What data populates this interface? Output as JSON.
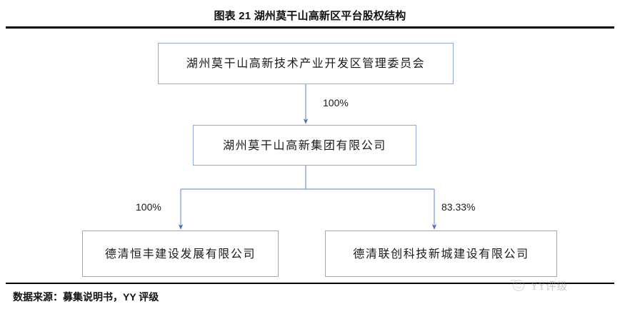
{
  "header": {
    "title": "图表 21 湖州莫干山高新区平台股权结构"
  },
  "diagram": {
    "type": "org-chart",
    "nodes": [
      {
        "id": "committee",
        "level": 0,
        "label": "湖州莫干山高新技术产业开发区管理委员会"
      },
      {
        "id": "group",
        "level": 1,
        "label": "湖州莫干山高新集团有限公司"
      },
      {
        "id": "hengfeng",
        "level": 2,
        "label": "德清恒丰建设发展有限公司"
      },
      {
        "id": "lianchuang",
        "level": 2,
        "label": "德清联创科技新城建设有限公司"
      }
    ],
    "edges": [
      {
        "from": "committee",
        "to": "group",
        "label": "100%"
      },
      {
        "from": "group",
        "to": "hengfeng",
        "label": "100%"
      },
      {
        "from": "group",
        "to": "lianchuang",
        "label": "83.33%"
      }
    ],
    "box_border_color": "#8faadc",
    "connector_color": "#8faadc"
  },
  "footer": {
    "source": "数据来源：募集说明书，YY 评级"
  },
  "watermark": {
    "text": "YY评级",
    "icon": "smiley-face-icon",
    "color": "#9a9a9a"
  }
}
